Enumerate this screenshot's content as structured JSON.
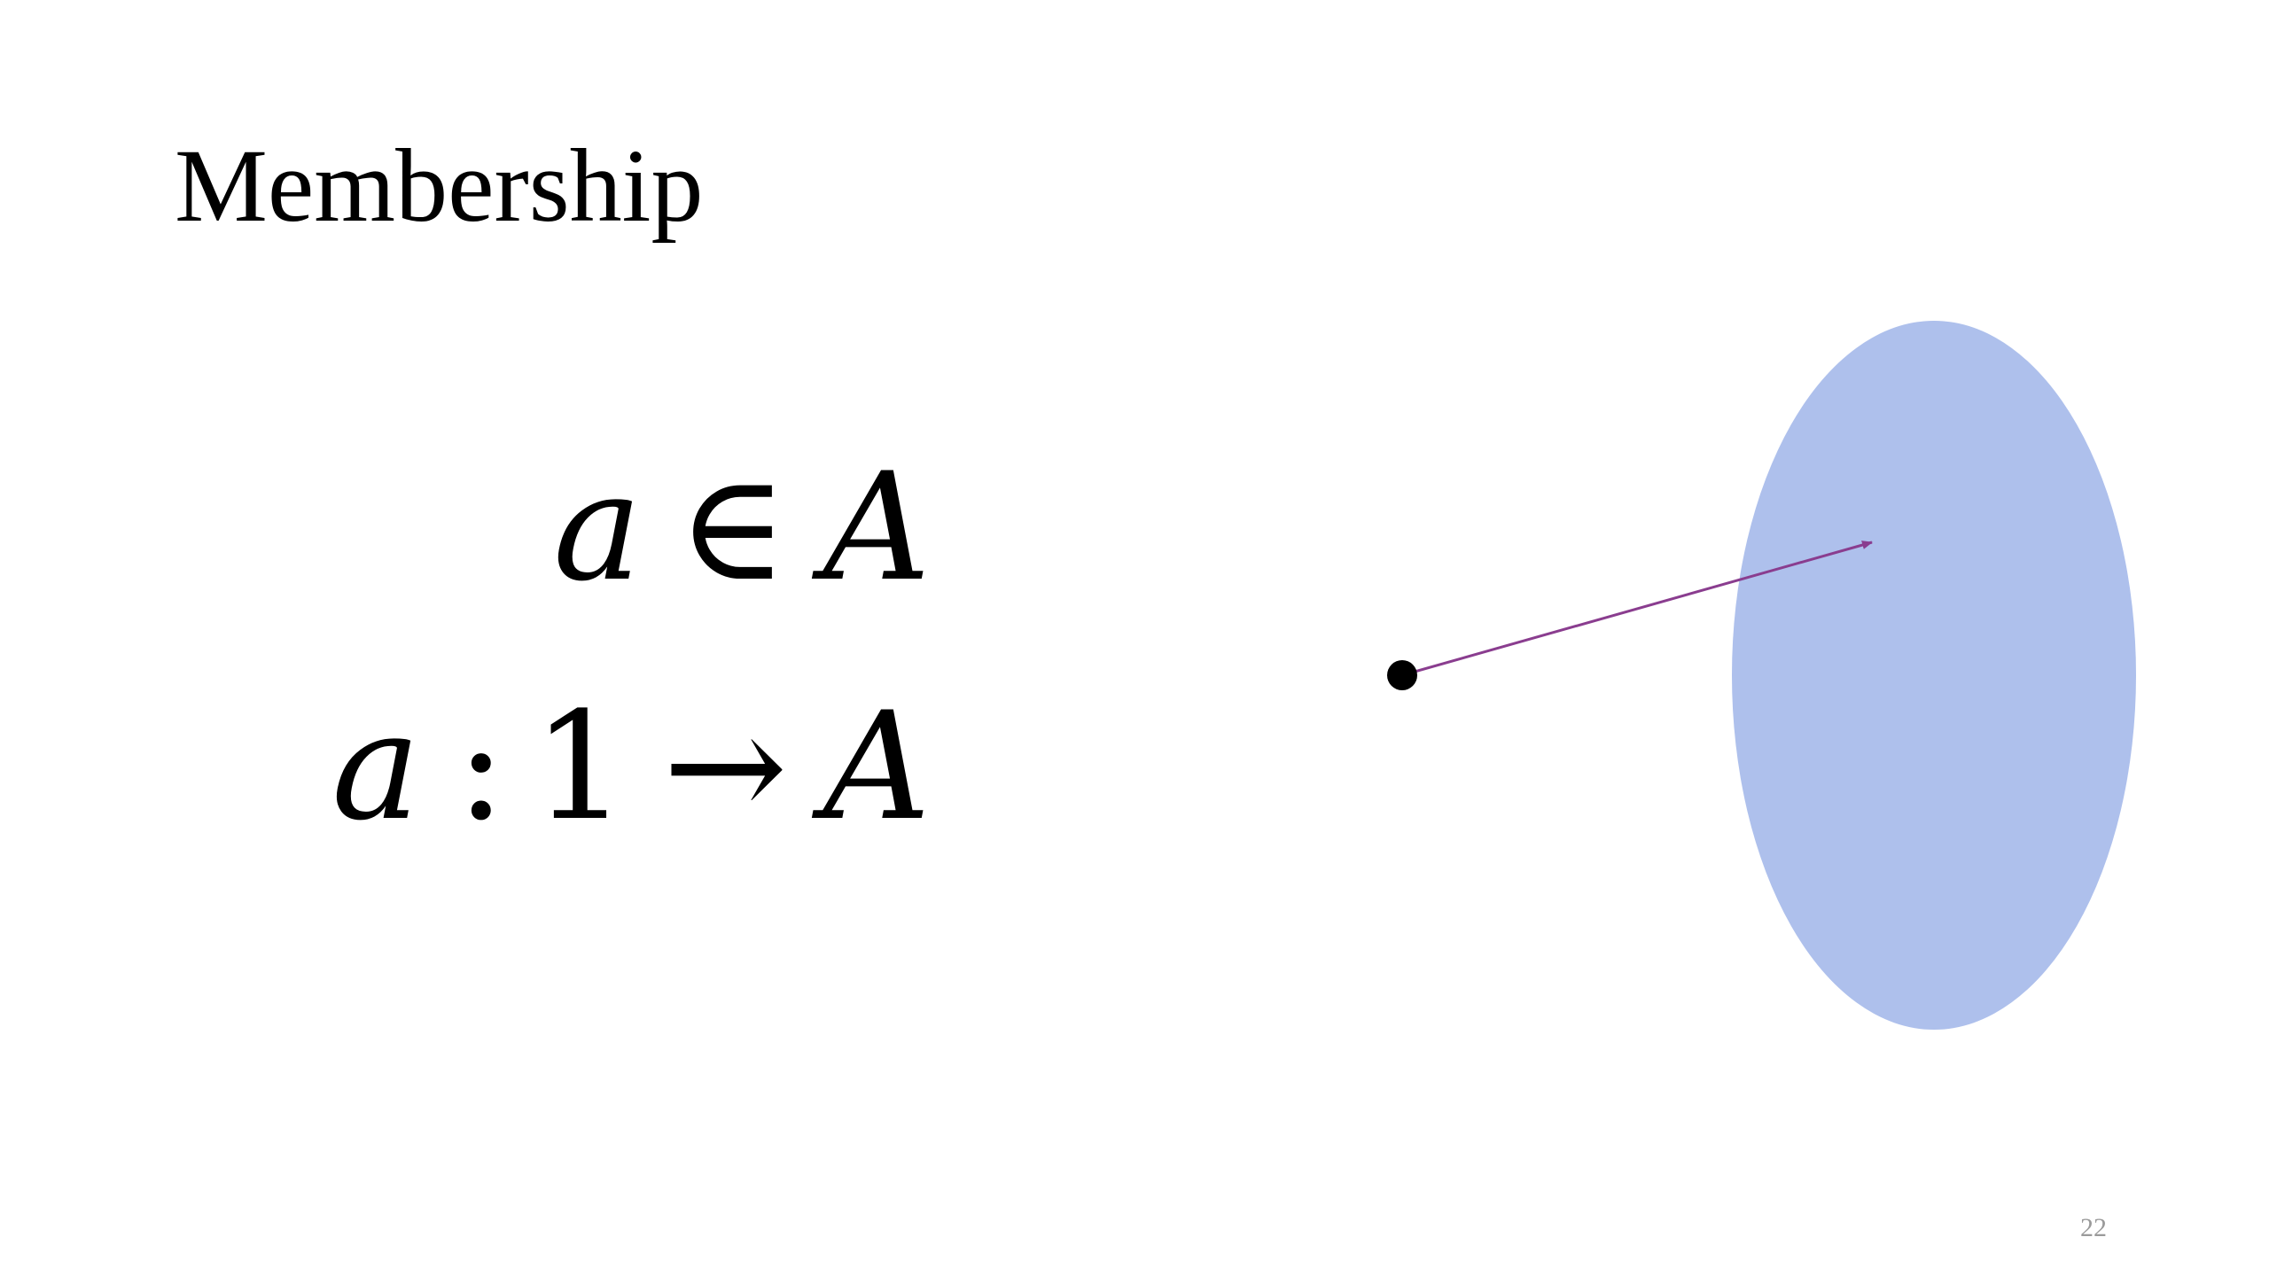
{
  "slide": {
    "title": "Membership",
    "page_number": "22"
  },
  "formulas": {
    "membership": {
      "element": "a",
      "relation": "∈",
      "set": "A"
    },
    "arrow_form": {
      "element": "a",
      "colon": ":",
      "domain": "1",
      "arrow": "→",
      "codomain": "A"
    }
  },
  "diagram": {
    "set_fill_color": "#aec0ec",
    "point_color": "#000000",
    "arrow_color": "#8a3d8f"
  }
}
